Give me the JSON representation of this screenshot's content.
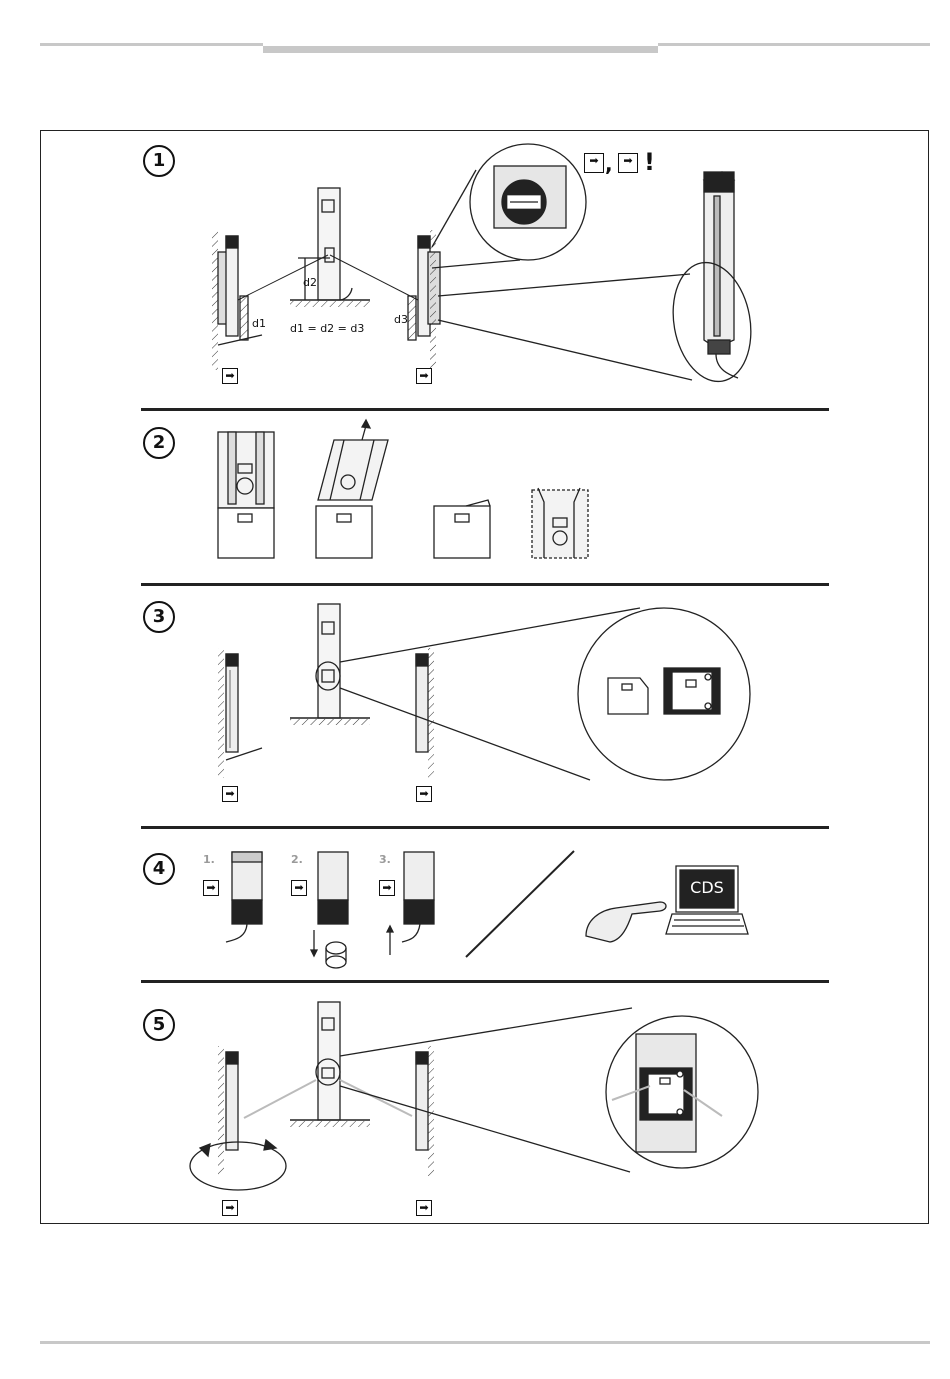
{
  "steps": [
    {
      "number": "1"
    },
    {
      "number": "2"
    },
    {
      "number": "3"
    },
    {
      "number": "4"
    },
    {
      "number": "5"
    }
  ],
  "step1": {
    "label_d1": "d1",
    "label_d2": "d2",
    "label_d3": "d3",
    "equation": "d1 = d2 = d3",
    "warning_sep": ",",
    "warning_mark": "!"
  },
  "step4": {
    "order": [
      "1.",
      "2.",
      "3."
    ],
    "laptop_screen": "CDS"
  },
  "icons": {
    "sender": "sender-icon",
    "receiver": "receiver-icon"
  }
}
